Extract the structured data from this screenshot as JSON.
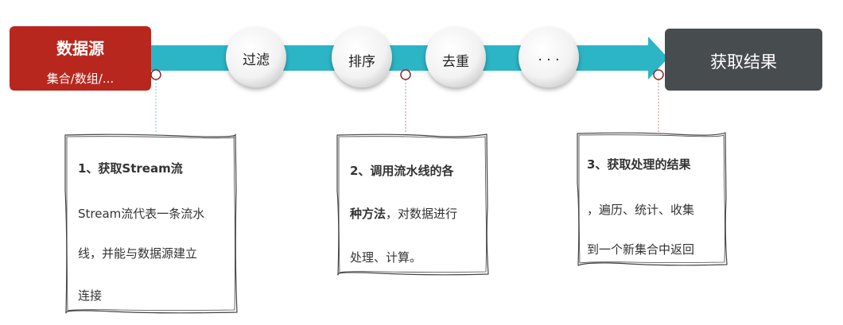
{
  "source": {
    "title": "数据源",
    "subtitle": "集合/数组/..."
  },
  "steps": [
    {
      "label": "过滤"
    },
    {
      "label": "排序"
    },
    {
      "label": "去重"
    },
    {
      "label": ". . ."
    }
  ],
  "result": {
    "label": "获取结果"
  },
  "notes": [
    {
      "heading": "1、获取Stream流",
      "lines": [
        "Stream流代表一条流水",
        "线，并能与数据源建立",
        "连接"
      ]
    },
    {
      "heading_lines": [
        "2、调用流水线的各",
        "种方法"
      ],
      "tail": "，对数据进行",
      "lines": [
        "处理、计算。"
      ]
    },
    {
      "heading": "3、获取处理的结果",
      "lines": [
        "，遍历、统计、收集",
        "到一个新集合中返回"
      ]
    }
  ],
  "colors": {
    "source_fill": "#b8271e",
    "result_fill": "#474c4f",
    "arrow": "#2bb5c5"
  }
}
